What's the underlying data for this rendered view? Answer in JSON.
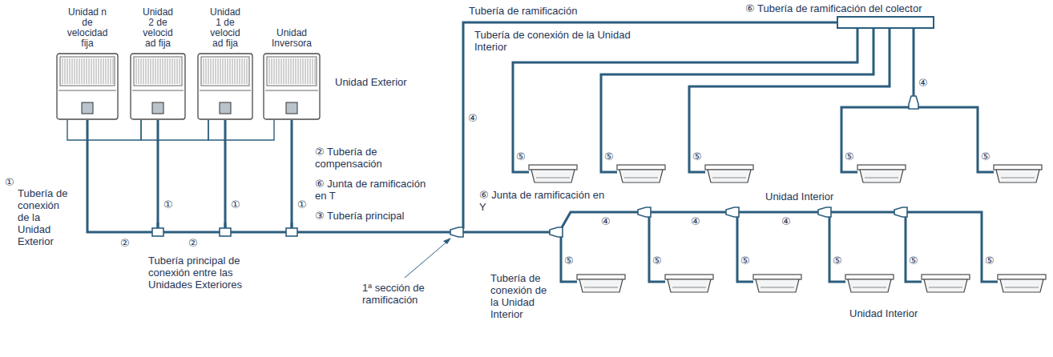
{
  "diagram": {
    "nodes": [
      {
        "text": [
          "Unidad n de velocidad fija"
        ]
      },
      {
        "text": [
          "Unidad 2 de velocidad fija"
        ]
      },
      {
        "text": [
          "Unidad 1 de velocidad fija"
        ]
      },
      {
        "text": [
          "Unidad Inversora"
        ]
      }
    ],
    "edges": [
      {
        "from": 0,
        "to": 1,
        "arrow": "none"
      },
      {
        "from": 1,
        "to": 2,
        "arrow": "none"
      },
      {
        "from": 2,
        "to": 3,
        "arrow": "none"
      }
    ],
    "labels": [
      "Unidad Exterior",
      "② Tubería de compensación",
      "⑥ Junta de ramificación en T",
      "③ Tubería principal",
      "①",
      "Tubería de conexión de la Unidad Exterior",
      "①",
      "①",
      "①",
      "②",
      "②",
      "Tubería principal de conexión entre las Unidades Exteriores",
      "1ª sección de ramificación",
      "Tubería de ramificación",
      "⑥ Tubería de ramificación del colector",
      "Tubería de conexión de la Unidad Interior",
      "④",
      "④",
      "⑤",
      "⑤",
      "⑤",
      "⑤",
      "⑤",
      "Unidad Interior",
      "⑥ Junta de ramificación en Y",
      "④",
      "④",
      "④",
      "⑤",
      "⑤",
      "⑤",
      "⑤",
      "⑤",
      "⑤",
      "Tubería de conexión de la Unidad Interior",
      "Unidad Interior"
    ]
  }
}
